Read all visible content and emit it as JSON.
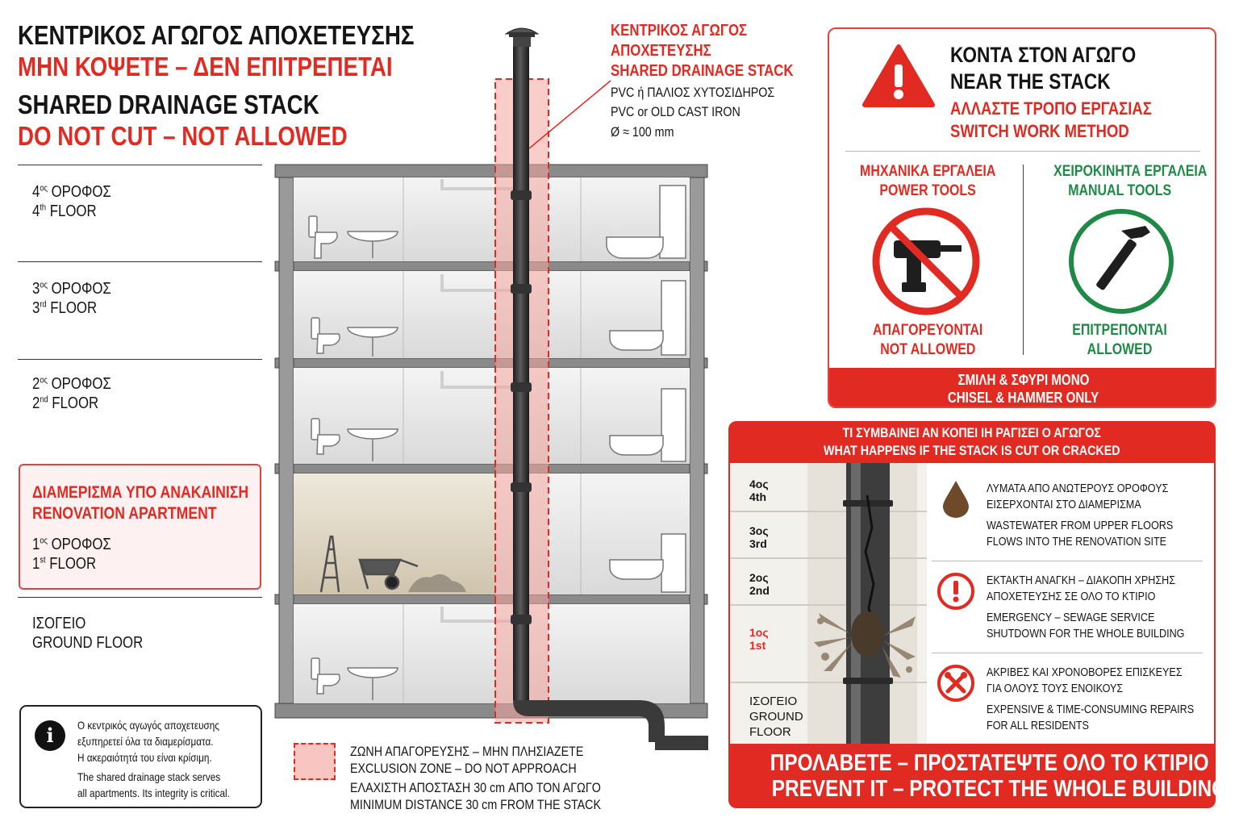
{
  "header": {
    "title_el": "ΚΕΝΤΡΙΚΟΣ ΑΓΩΓΟΣ ΑΠΟΧΕΤΕΥΣΗΣ",
    "warning_el": "ΜΗΝ ΚΟΨΕΤΕ – ΔΕΝ ΕΠΙΤΡΕΠΕΤΑΙ",
    "title_en": "SHARED DRAINAGE STACK",
    "warning_en": "DO NOT CUT – NOT ALLOWED"
  },
  "floors": [
    {
      "el_num": "4",
      "el_suffix": "ος",
      "el_word": "ΟΡΟΦΟΣ",
      "en_num": "4",
      "en_suffix": "th",
      "en_word": "FLOOR"
    },
    {
      "el_num": "3",
      "el_suffix": "ος",
      "el_word": "ΟΡΟΦΟΣ",
      "en_num": "3",
      "en_suffix": "rd",
      "en_word": "FLOOR"
    },
    {
      "el_num": "2",
      "el_suffix": "ος",
      "el_word": "ΟΡΟΦΟΣ",
      "en_num": "2",
      "en_suffix": "nd",
      "en_word": "FLOOR"
    },
    {
      "el_num": "1",
      "el_suffix": "ος",
      "el_word": "ΟΡΟΦΟΣ",
      "en_num": "1",
      "en_suffix": "st",
      "en_word": "FLOOR"
    }
  ],
  "renovation": {
    "title_el": "ΔΙΑΜΕΡΙΣΜΑ ΥΠΟ ΑΝΑΚΑΙΝΙΣΗ",
    "title_en": "RENOVATION APARTMENT"
  },
  "ground": {
    "el": "ΙΣΟΓΕΙΟ",
    "en": "GROUND FLOOR"
  },
  "info": {
    "el_1": "Ο κεντρικός αγωγός αποχετευσης",
    "el_2": "εξυπηρετεί όλα τα διαμερίσματα.",
    "el_3": "Η ακεραιότητά του είναι κρίσιμη.",
    "en_1": "The shared drainage stack serves",
    "en_2": "all apartments. Its integrity is critical."
  },
  "stack_callout": {
    "el_1": "ΚΕΝΤΡΙΚΟΣ ΑΓΩΓΟΣ",
    "el_2": "ΑΠΟΧΕΤΕΥΣΗΣ",
    "en": "SHARED DRAINAGE STACK",
    "material_el": "PVC ή ΠΑΛΙΟΣ ΧΥΤΟΣΙΔΗΡΟΣ",
    "material_en": "PVC or OLD CAST IRON",
    "diameter": "Ø ≈ 100 mm"
  },
  "legend": {
    "zone_el": "ΖΩΝΗ ΑΠΑΓΟΡΕΥΣΗΣ – ΜΗΝ ΠΛΗΣΙΑΖΕΤΕ",
    "zone_en": "EXCLUSION ZONE – DO NOT APPROACH",
    "distance_el": "ΕΛΑΧΙΣΤΗ ΑΠΟΣΤΑΣΗ 30 cm ΑΠΟ ΤΟΝ ΑΓΩΓΟ",
    "distance_en": "MINIMUM DISTANCE 30 cm FROM THE STACK"
  },
  "near_stack": {
    "title_el": "ΚΟΝΤΑ ΣΤΟΝ ΑΓΩΓΟ",
    "title_en": "NEAR THE STACK",
    "sub_el": "ΑΛΛΑΣΤΕ ΤΡΟΠΟ ΕΡΓΑΣΙΑΣ",
    "sub_en": "SWITCH WORK METHOD",
    "power_el": "ΜΗΧΑΝΙΚΑ ΕΡΓΑΛΕΙΑ",
    "power_en": "POWER TOOLS",
    "power_status_el": "ΑΠΑΓΟΡΕΥΟΝΤΑΙ",
    "power_status_en": "NOT ALLOWED",
    "manual_el": "ΧΕΙΡΟΚΙΝΗΤΑ ΕΡΓΑΛΕΙΑ",
    "manual_en": "MANUAL TOOLS",
    "manual_status_el": "ΕΠΙΤΡΕΠΟΝΤΑΙ",
    "manual_status_en": "ALLOWED",
    "footer_el": "ΣΜΙΛΗ & ΣΦΥΡΙ ΜΟΝΟ",
    "footer_en": "CHISEL & HAMMER ONLY",
    "colors": {
      "danger": "#e02a22",
      "allowed": "#1e8a45"
    }
  },
  "consequences": {
    "head_el": "ΤΙ ΣΥΜΒΑΙΝΕΙ ΑΝ ΚΟΠΕΙ ΙΗ ΡΑΓΙΣΕΙ Ο ΑΓΩΓΟΣ",
    "head_en": "WHAT HAPPENS IF THE STACK IS CUT OR CRACKED",
    "mini_floors": [
      {
        "el": "4ος",
        "en": "4th"
      },
      {
        "el": "3ος",
        "en": "3rd"
      },
      {
        "el": "2ος",
        "en": "2nd"
      },
      {
        "el": "1ος",
        "en": "1st"
      }
    ],
    "mini_ground_1": "ΙΣΟΓΕΙΟ",
    "mini_ground_2": "GROUND",
    "mini_ground_3": "FLOOR",
    "effects": [
      {
        "icon": "drop-icon",
        "el_1": "ΛΥΜΑΤΑ ΑΠΟ ΑΝΩΤΕΡΟΥΣ ΟΡΟΦΟΥΣ",
        "el_2": "ΕΙΣΕΡΧΟΝΤΑΙ ΣΤΟ ΔΙΑΜΕΡΙΣΜΑ",
        "en_1": "WASTEWATER FROM UPPER FLOORS",
        "en_2": "FLOWS INTO THE RENOVATION SITE"
      },
      {
        "icon": "exclamation-icon",
        "el_1": "ΕΚΤΑΚΤΗ ΑΝΑΓΚΗ – ΔΙΑΚΟΠΗ ΧΡΗΣΗΣ",
        "el_2": "ΑΠΟΧΕΤΕΥΣΗΣ ΣΕ ΟΛΟ ΤΟ ΚΤΙΡΙΟ",
        "en_1": "EMERGENCY – SEWAGE SERVICE",
        "en_2": "SHUTDOWN FOR THE WHOLE BUILDING"
      },
      {
        "icon": "tools-icon",
        "el_1": "ΑΚΡΙΒΕΣ ΚΑΙ ΧΡΟΝΟΒΟΡΕΣ ΕΠΙΣΚΕΥΕΣ",
        "el_2": "ΓΙΑ ΟΛΟΥΣ ΤΟΥΣ ΕΝΟΙΚΟΥΣ",
        "en_1": "EXPENSIVE & TIME-CONSUMING REPAIRS",
        "en_2": "FOR ALL RESIDENTS"
      }
    ],
    "footer_el": "ΠΡΟΛΑΒΕΤΕ – ΠΡΟΣΤΑΤΕΨΤΕ ΟΛΟ ΤΟ ΚΤΙΡΙΟ",
    "footer_en": "PREVENT IT – PROTECT THE WHOLE BUILDING"
  }
}
